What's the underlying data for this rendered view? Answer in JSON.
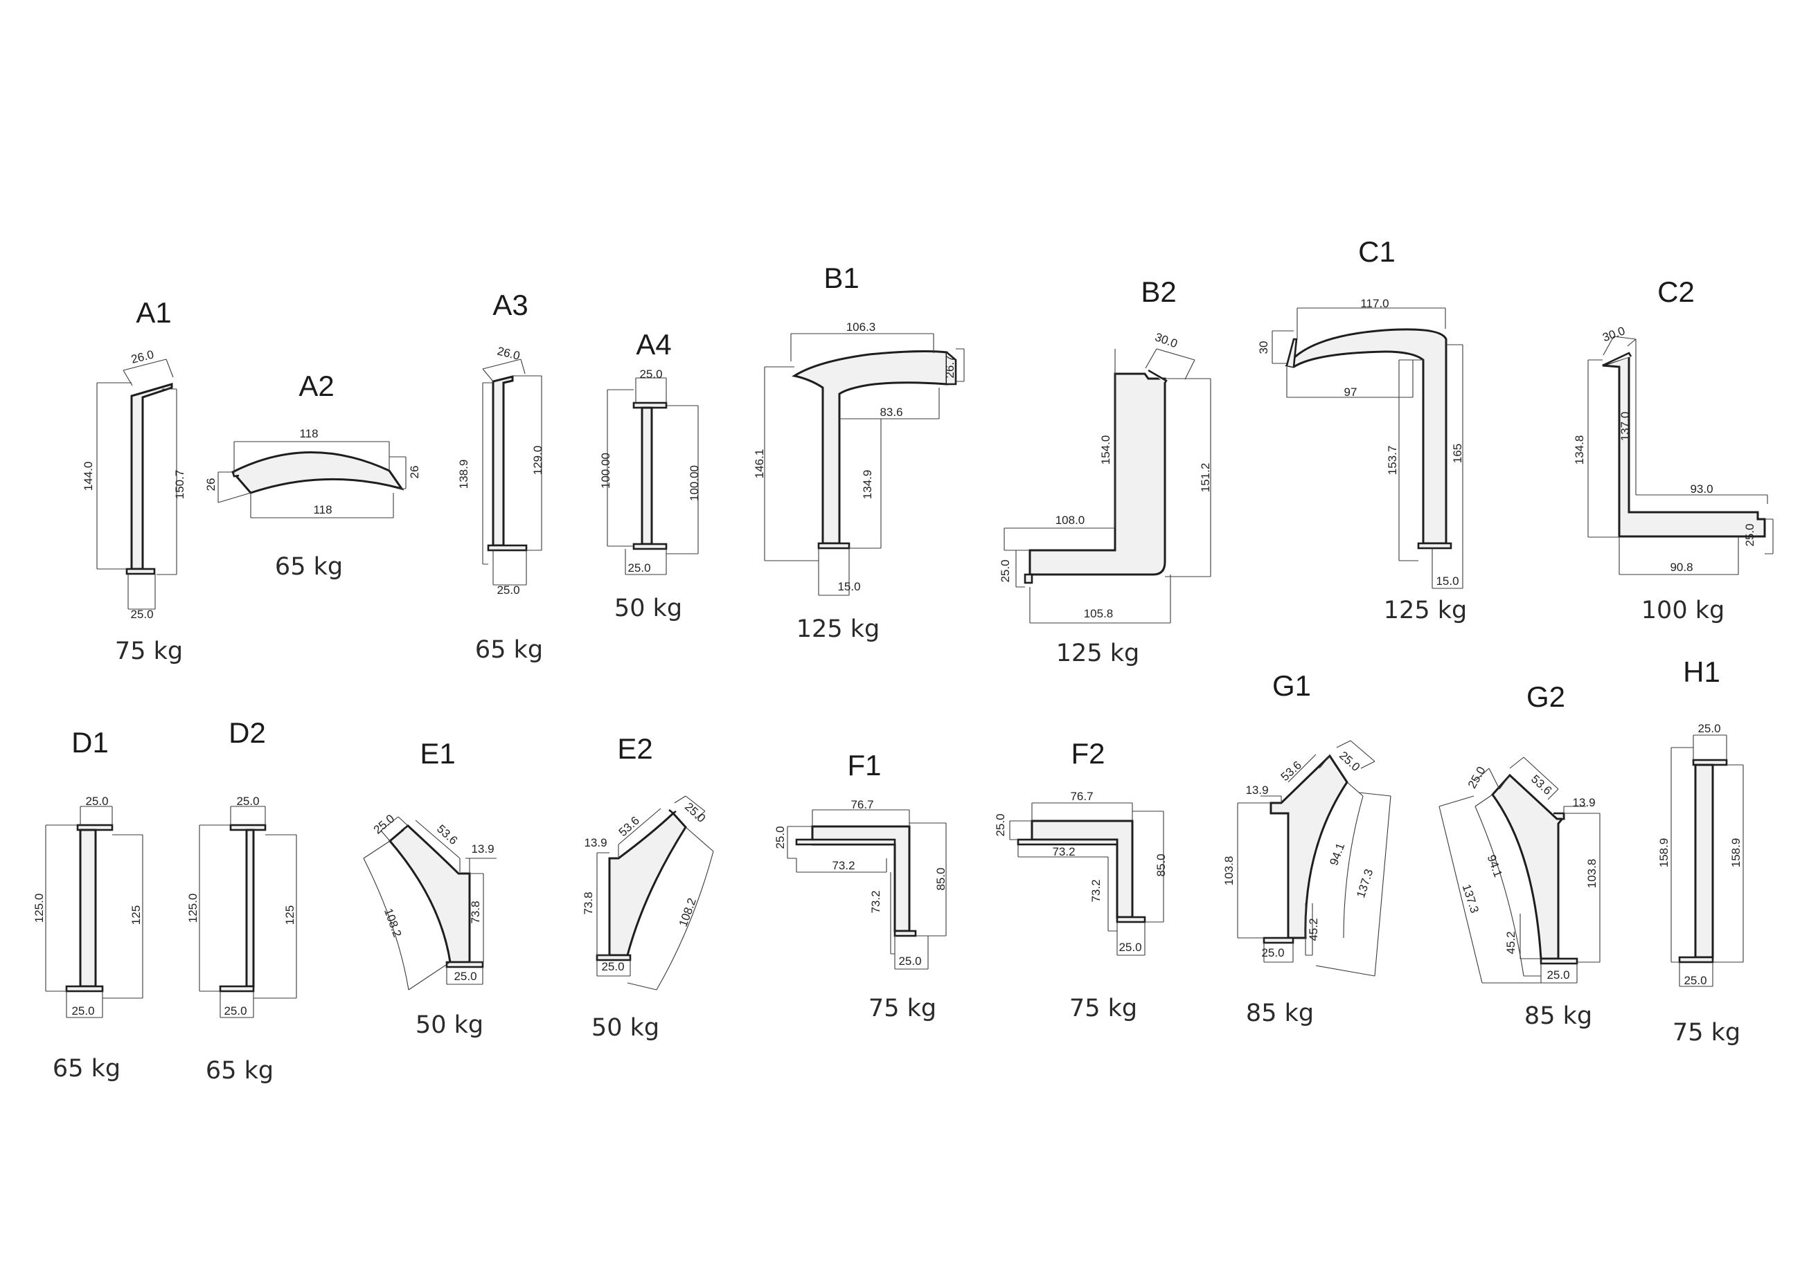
{
  "profiles": [
    {
      "id": "A1",
      "weight": "75 kg",
      "dims": [
        "26.0",
        "144.0",
        "150.7",
        "25.0"
      ]
    },
    {
      "id": "A2",
      "weight": "65 kg",
      "dims": [
        "118",
        "26",
        "26",
        "118"
      ]
    },
    {
      "id": "A3",
      "weight": "65 kg",
      "dims": [
        "26.0",
        "138.9",
        "129.0",
        "25.0"
      ]
    },
    {
      "id": "A4",
      "weight": "50 kg",
      "dims": [
        "25.0",
        "100.00",
        "100.00",
        "25.0"
      ]
    },
    {
      "id": "B1",
      "weight": "125 kg",
      "dims": [
        "106.3",
        "26.7",
        "83.6",
        "146.1",
        "134.9",
        "15.0"
      ]
    },
    {
      "id": "B2",
      "weight": "125 kg",
      "dims": [
        "30.0",
        "154.0",
        "151.2",
        "108.0",
        "25.0",
        "105.8"
      ]
    },
    {
      "id": "C1",
      "weight": "125 kg",
      "dims": [
        "117.0",
        "30",
        "97",
        "153.7",
        "165",
        "15.0"
      ]
    },
    {
      "id": "C2",
      "weight": "100 kg",
      "dims": [
        "30.0",
        "134.8",
        "137.0",
        "93.0",
        "25.0",
        "90.8"
      ]
    },
    {
      "id": "D1",
      "weight": "65 kg",
      "dims": [
        "25.0",
        "125.0",
        "125",
        "25.0"
      ]
    },
    {
      "id": "D2",
      "weight": "65 kg",
      "dims": [
        "25.0",
        "125.0",
        "125",
        "25.0"
      ]
    },
    {
      "id": "E1",
      "weight": "50 kg",
      "dims": [
        "25.0",
        "53.6",
        "13.9",
        "108.2",
        "73.8",
        "25.0"
      ]
    },
    {
      "id": "E2",
      "weight": "50 kg",
      "dims": [
        "53.6",
        "25.0",
        "13.9",
        "73.8",
        "108.2",
        "25.0"
      ]
    },
    {
      "id": "F1",
      "weight": "75 kg",
      "dims": [
        "76.7",
        "25.0",
        "73.2",
        "85.0",
        "73.2",
        "25.0"
      ]
    },
    {
      "id": "F2",
      "weight": "75 kg",
      "dims": [
        "76.7",
        "25.0",
        "73.2",
        "85.0",
        "73.2",
        "25.0"
      ]
    },
    {
      "id": "G1",
      "weight": "85 kg",
      "dims": [
        "53.6",
        "25.0",
        "13.9",
        "103.8",
        "94.1",
        "137.3",
        "45.2",
        "25.0"
      ]
    },
    {
      "id": "G2",
      "weight": "85 kg",
      "dims": [
        "25.0",
        "53.6",
        "13.9",
        "94.1",
        "137.3",
        "103.8",
        "45.2",
        "25.0"
      ]
    },
    {
      "id": "H1",
      "weight": "75 kg",
      "dims": [
        "25.0",
        "158.9",
        "158.9",
        "25.0"
      ]
    }
  ]
}
